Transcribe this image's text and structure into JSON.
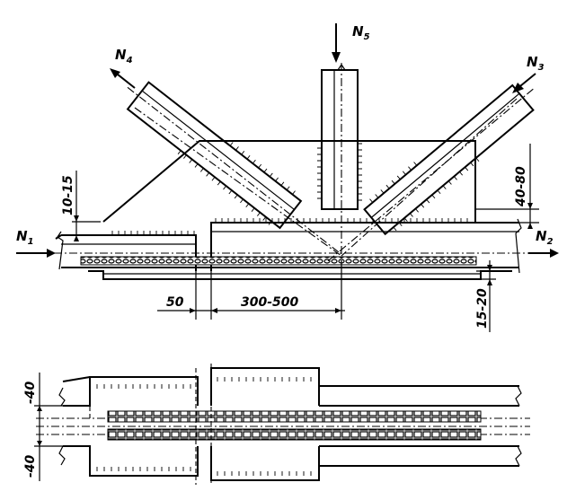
{
  "forces": {
    "n1": {
      "letter": "N",
      "index": "1"
    },
    "n2": {
      "letter": "N",
      "index": "2"
    },
    "n3": {
      "letter": "N",
      "index": "3"
    },
    "n4": {
      "letter": "N",
      "index": "4"
    },
    "n5": {
      "letter": "N",
      "index": "5"
    }
  },
  "dimensions": {
    "gap_top": "10-15",
    "gap_right": "40-80",
    "offset_bottom": "15-20",
    "overlap": "50",
    "weld_length": "300-500",
    "plan_top": "-40",
    "plan_bottom": "-40"
  }
}
